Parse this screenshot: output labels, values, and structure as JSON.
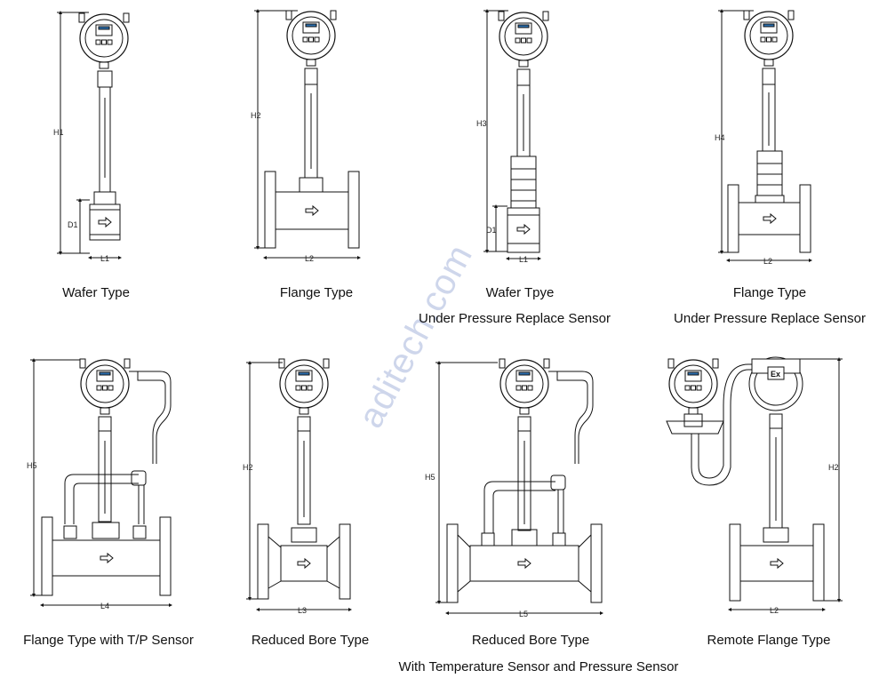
{
  "watermark": "aditech.com",
  "colors": {
    "stroke": "#111111",
    "watermark": "#c6cfe8",
    "display": "#2a6fb0"
  },
  "top_row": [
    {
      "name": "wafer",
      "dim_h": "H1",
      "dim_d": "D1",
      "dim_l": "L1",
      "caption": "Wafer Type",
      "caption2": ""
    },
    {
      "name": "flange",
      "dim_h": "H2",
      "dim_l": "L2",
      "caption": "Flange  Type",
      "caption2": ""
    },
    {
      "name": "wafer-replace",
      "dim_h": "H3",
      "dim_d": "D1",
      "dim_l": "L1",
      "caption": "Wafer Tpye",
      "caption2": "Under Pressure Replace Sensor"
    },
    {
      "name": "flange-replace",
      "dim_h": "H4",
      "dim_l": "L2",
      "caption": "Flange Type",
      "caption2": "Under Pressure Replace Sensor"
    }
  ],
  "bottom_row": [
    {
      "name": "flange-tp",
      "dim_h": "H5",
      "dim_l": "L4",
      "caption": "Flange Type with T/P Sensor",
      "caption2": ""
    },
    {
      "name": "reduced-bore",
      "dim_h": "H2",
      "dim_l": "L3",
      "caption": "Reduced Bore Type",
      "caption2": ""
    },
    {
      "name": "reduced-bore-tp",
      "dim_h": "H5",
      "dim_l": "L5",
      "caption": "Reduced Bore Type",
      "caption2": "With Temperature Sensor and Pressure Sensor"
    },
    {
      "name": "remote-flange",
      "dim_h": "H2",
      "dim_l": "L2",
      "caption": "Remote Flange Type",
      "caption2": "",
      "ex_mark": "Ex"
    }
  ]
}
